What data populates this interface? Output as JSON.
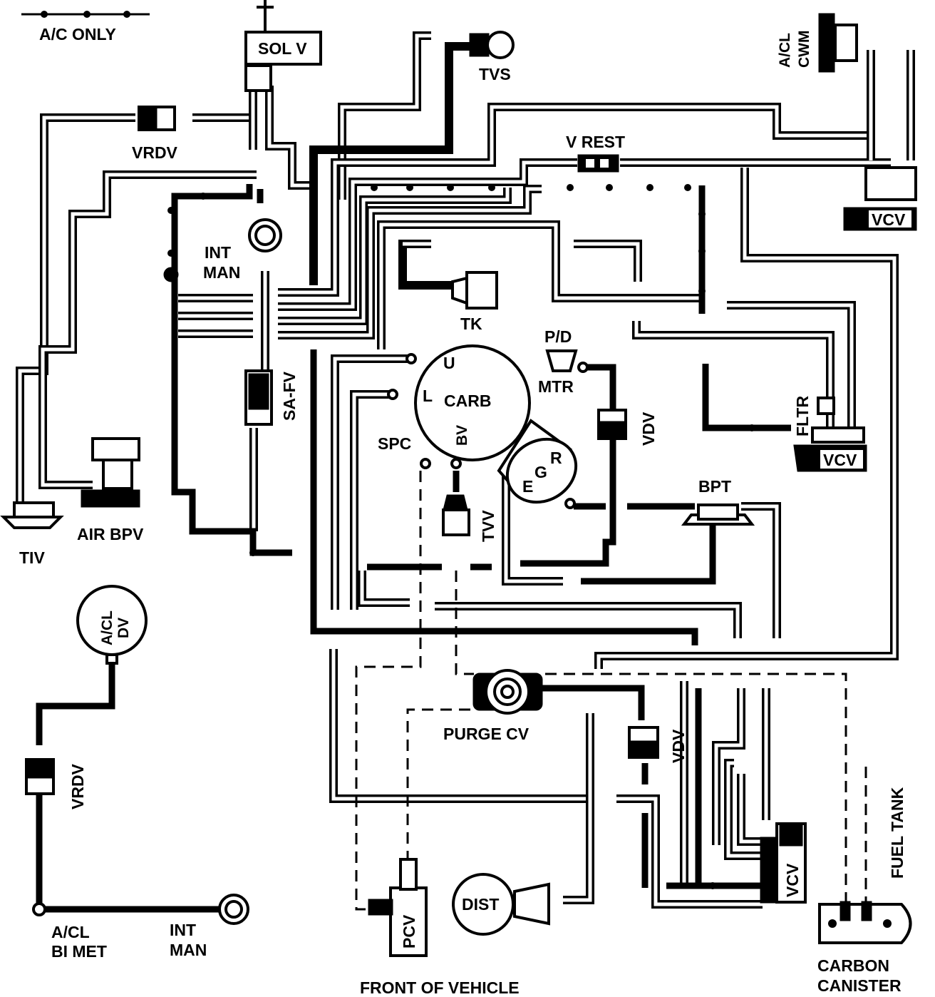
{
  "labels": {
    "ac_only": "A/C ONLY",
    "sol_v": "SOL V",
    "tvs": "TVS",
    "acl_cwm_1": "A/CL",
    "acl_cwm_2": "CWM",
    "vrdv_top": "VRDV",
    "v_rest": "V REST",
    "vcv_top": "VCV",
    "int_man_top_1": "INT",
    "int_man_top_2": "MAN",
    "tk": "TK",
    "pd": "P/D",
    "mtr": "MTR",
    "carb": "CARB",
    "carb_u": "U",
    "carb_l": "L",
    "carb_bv": "BV",
    "spc": "SPC",
    "egr_e": "E",
    "egr_g": "G",
    "egr_r": "R",
    "sa_fv": "SA-FV",
    "vdv_upper": "VDV",
    "fltr": "FLTR",
    "vcv_mid": "VCV",
    "bpt": "BPT",
    "air_bpv": "AIR BPV",
    "tiv": "TIV",
    "tvv": "TVV",
    "acl_dv_1": "A/CL",
    "acl_dv_2": "DV",
    "vrdv_bottom": "VRDV",
    "purge_cv": "PURGE CV",
    "vdv_lower": "VDV",
    "fuel_tank": "FUEL TANK",
    "vcv_bottom": "VCV",
    "dist": "DIST",
    "pcv": "PCV",
    "acl_bimet_1": "A/CL",
    "acl_bimet_2": "BI MET",
    "int_man_bottom_1": "INT",
    "int_man_bottom_2": "MAN",
    "front_of_vehicle": "FRONT OF VEHICLE",
    "carbon_canister_1": "CARBON",
    "carbon_canister_2": "CANISTER"
  }
}
